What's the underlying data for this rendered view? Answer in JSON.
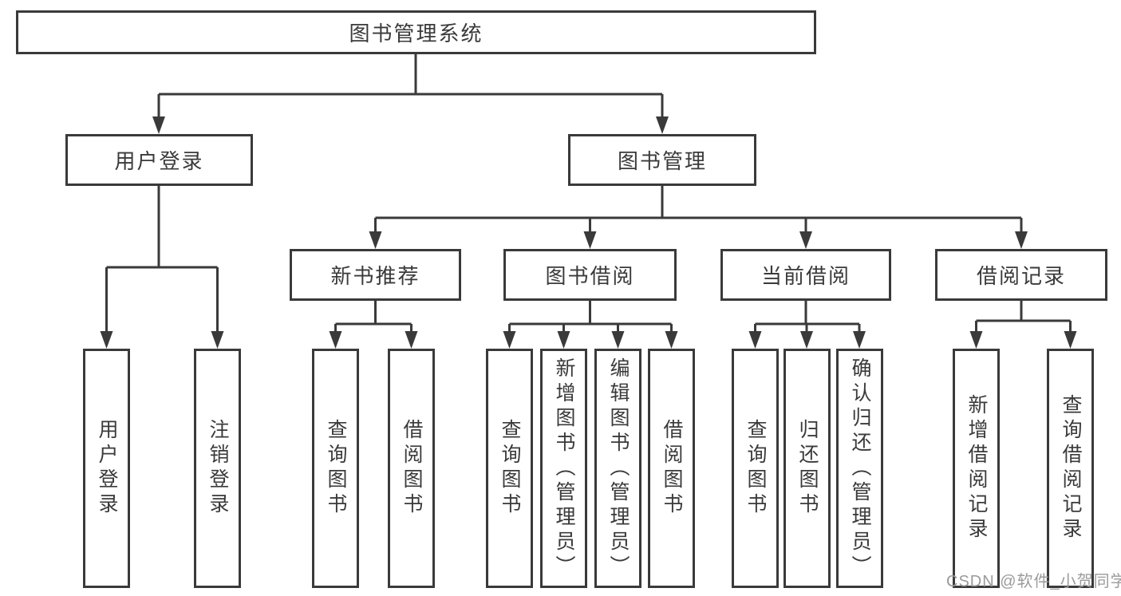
{
  "colors": {
    "line": "#3a3a3a",
    "node_border": "#3a3a3a",
    "node_text": "#3a3a3a",
    "watermark_text": "#9b9b9b",
    "background": "#ffffff"
  },
  "tree": {
    "root": {
      "label": "图书管理系统"
    },
    "branches": [
      {
        "label": "用户登录",
        "children": [
          {
            "label": "用户登录"
          },
          {
            "label": "注销登录"
          }
        ]
      },
      {
        "label": "图书管理",
        "children": [
          {
            "label": "新书推荐",
            "children": [
              {
                "label": "查询图书"
              },
              {
                "label": "借阅图书"
              }
            ]
          },
          {
            "label": "图书借阅",
            "children": [
              {
                "label": "查询图书"
              },
              {
                "label": "新增图书（管理员）"
              },
              {
                "label": "编辑图书（管理员）"
              },
              {
                "label": "借阅图书"
              }
            ]
          },
          {
            "label": "当前借阅",
            "children": [
              {
                "label": "查询图书"
              },
              {
                "label": "归还图书"
              },
              {
                "label": "确认归还（管理员）"
              }
            ]
          },
          {
            "label": "借阅记录",
            "children": [
              {
                "label": "新增借阅记录"
              },
              {
                "label": "查询借阅记录"
              }
            ]
          }
        ]
      }
    ]
  },
  "watermark": {
    "text": "CSDN @软件_小贺同学"
  }
}
